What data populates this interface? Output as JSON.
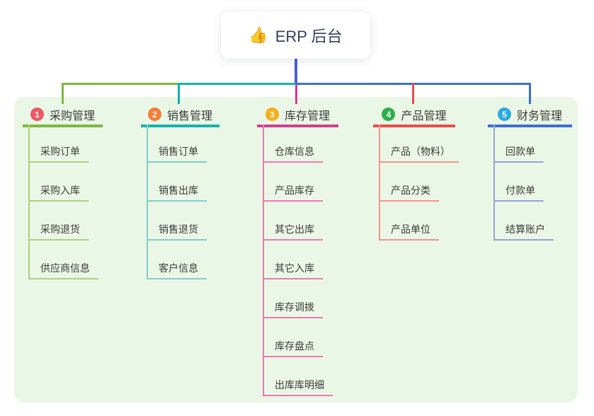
{
  "root": {
    "icon": "👍",
    "label": "ERP 后台"
  },
  "colors": {
    "panel_bg": "#ebf7e6",
    "root_line": "#4c5fd5",
    "text": "#3c3c3c"
  },
  "branches": [
    {
      "num": "1",
      "title": "采购管理",
      "badge_color": "#f05667",
      "line_color": "#7db83d",
      "child_line_color": "#a9d282",
      "children": [
        "采购订单",
        "采购入库",
        "采购退货",
        "供应商信息"
      ]
    },
    {
      "num": "2",
      "title": "销售管理",
      "badge_color": "#f97c31",
      "line_color": "#14b3ab",
      "child_line_color": "#7fd0c9",
      "children": [
        "销售订单",
        "销售出库",
        "销售退货",
        "客户信息"
      ]
    },
    {
      "num": "3",
      "title": "库存管理",
      "badge_color": "#fbae17",
      "line_color": "#d23d92",
      "child_line_color": "#ef77b5",
      "children": [
        "仓库信息",
        "产品库存",
        "其它出库",
        "其它入库",
        "库存调拨",
        "库存盘点",
        "出库库明细"
      ]
    },
    {
      "num": "4",
      "title": "产品管理",
      "badge_color": "#2eaf4d",
      "line_color": "#f04a49",
      "child_line_color": "#f5928f",
      "children": [
        "产品（物料）",
        "产品分类",
        "产品单位"
      ]
    },
    {
      "num": "5",
      "title": "财务管理",
      "badge_color": "#29aae3",
      "line_color": "#3b6fd4",
      "child_line_color": "#93a5dc",
      "children": [
        "回款单",
        "付款单",
        "结算账户"
      ]
    }
  ]
}
